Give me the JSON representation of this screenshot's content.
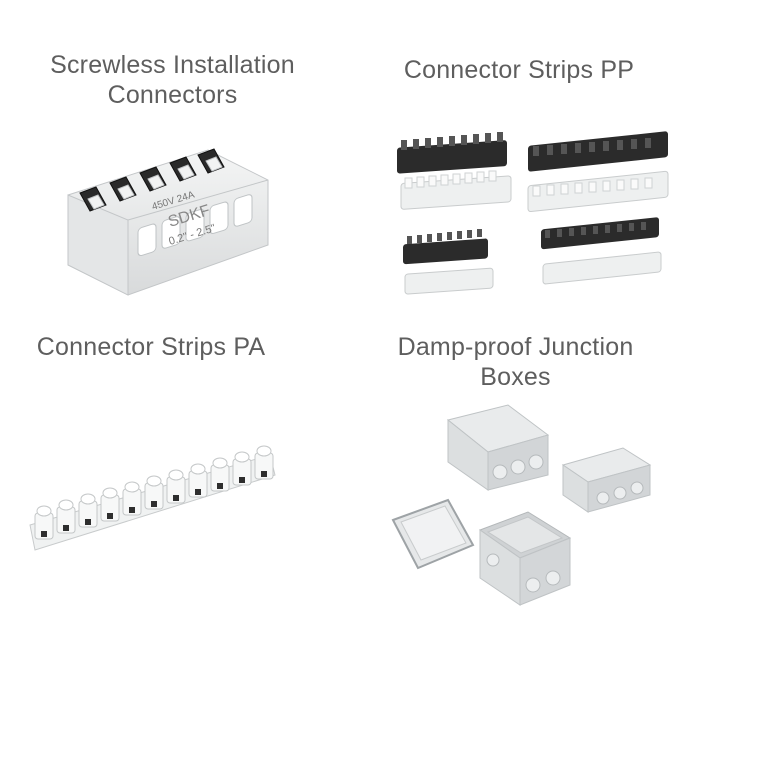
{
  "products": [
    {
      "title": "Screwless Installation Connectors",
      "image_label": {
        "rating": "450V 24A",
        "brand": "SDKF",
        "range": "0.2\" - 2.5\""
      }
    },
    {
      "title": "Connector Strips PP"
    },
    {
      "title": "Connector Strips PA"
    },
    {
      "title": "Damp-proof Junction Boxes"
    }
  ],
  "colors": {
    "text": "#5e5e5e",
    "background": "#ffffff",
    "plastic_white": "#eef0f0",
    "plastic_dark": "#2b2b2b"
  }
}
